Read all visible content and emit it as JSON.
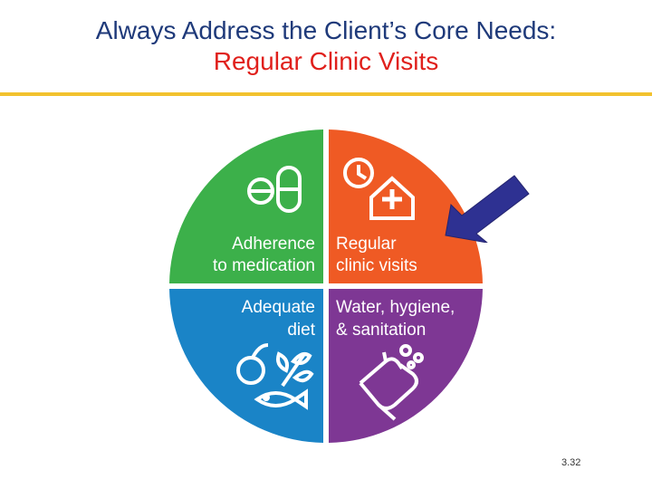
{
  "title": {
    "line1": "Always Address the Client’s Core Needs:",
    "line2": "Regular Clinic Visits"
  },
  "diagram": {
    "quadrants": [
      {
        "id": "adherence",
        "color": "#3cb04a",
        "label_lines": [
          "Adherence",
          "to medication"
        ],
        "icon": "pills-icon"
      },
      {
        "id": "clinic",
        "color": "#ef5a24",
        "label_lines": [
          "Regular",
          "clinic visits"
        ],
        "icon": "clock-clinic-icon"
      },
      {
        "id": "diet",
        "color": "#1a84c7",
        "label_lines": [
          "Adequate",
          "diet"
        ],
        "icon": "food-icon"
      },
      {
        "id": "water",
        "color": "#7e3794",
        "label_lines": [
          "Water, hygiene,",
          "& sanitation"
        ],
        "icon": "handwashing-icon"
      }
    ],
    "arrow_color": "#2e3192",
    "arrow_icon": "pointer-arrow-icon"
  },
  "slide_number": "3.32"
}
